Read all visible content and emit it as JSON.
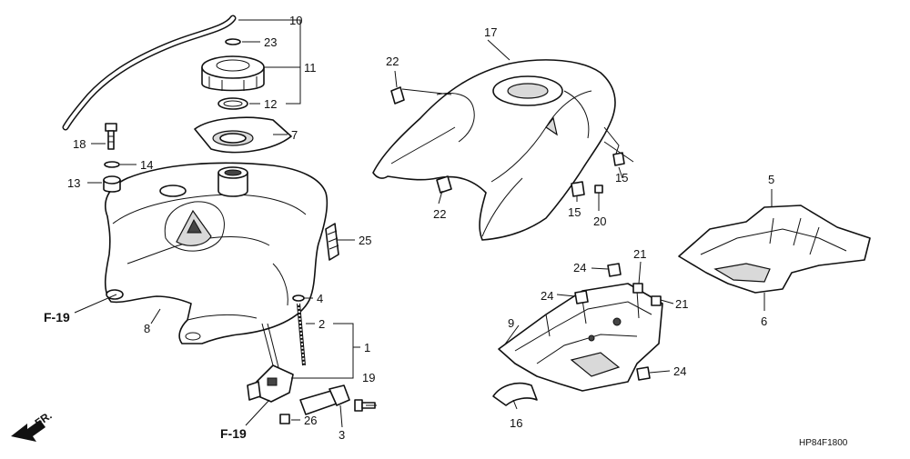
{
  "diagram": {
    "code": "HP84F1800",
    "front_label": "FR.",
    "refs": {
      "left": "F-19",
      "bottom": "F-19"
    },
    "callouts": {
      "c1": "1",
      "c2": "2",
      "c3": "3",
      "c4": "4",
      "c5": "5",
      "c6": "6",
      "c7": "7",
      "c8": "8",
      "c9": "9",
      "c10": "10",
      "c11": "11",
      "c12": "12",
      "c13": "13",
      "c14": "14",
      "c15a": "15",
      "c15b": "15",
      "c16": "16",
      "c17": "17",
      "c18": "18",
      "c19": "19",
      "c20": "20",
      "c21a": "21",
      "c21b": "21",
      "c22a": "22",
      "c22b": "22",
      "c23": "23",
      "c24a": "24",
      "c24b": "24",
      "c24c": "24",
      "c25": "25",
      "c26": "26"
    }
  }
}
